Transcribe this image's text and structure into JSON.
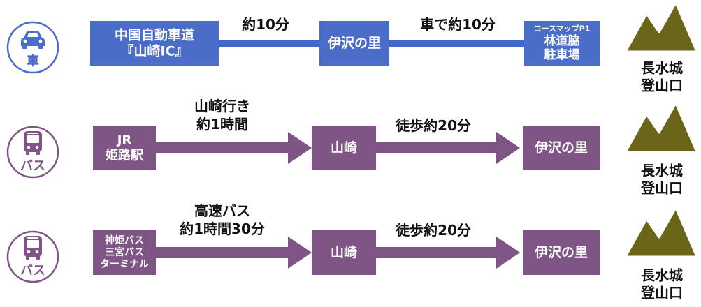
{
  "colors": {
    "car_blue": "#4a6dc8",
    "car_line": "#4169c8",
    "bus_purple": "#7f5585",
    "mountain": "#6b6519",
    "mountain_stroke": "#ffffff",
    "text_dark": "#111111",
    "text_white": "#ffffff"
  },
  "routes": [
    {
      "mode": "car",
      "icon": "car-icon",
      "mode_label": "車",
      "start": [
        "中国自動車道",
        "『山崎IC』"
      ],
      "leg1": [
        "約10分"
      ],
      "middle": [
        "伊沢の里"
      ],
      "leg2": [
        "車で約10分"
      ],
      "end_note": "コースマップP1",
      "end": [
        "林道脇",
        "駐車場"
      ],
      "goal": [
        "長水城",
        "登山口"
      ]
    },
    {
      "mode": "bus",
      "icon": "bus-icon",
      "mode_label": "バス",
      "start": [
        "JR",
        "姫路駅"
      ],
      "leg1": [
        "山崎行き",
        "約1時間"
      ],
      "middle": [
        "山崎"
      ],
      "leg2": [
        "徒歩約20分"
      ],
      "end": [
        "伊沢の里"
      ],
      "goal": [
        "長水城",
        "登山口"
      ]
    },
    {
      "mode": "bus",
      "icon": "bus-icon",
      "mode_label": "バス",
      "start": [
        "神姫バス",
        "三宮バス",
        "ターミナル"
      ],
      "leg1": [
        "高速バス",
        "約1時間30分"
      ],
      "middle": [
        "山崎"
      ],
      "leg2": [
        "徒歩約20分"
      ],
      "end": [
        "伊沢の里"
      ],
      "goal": [
        "長水城",
        "登山口"
      ]
    }
  ]
}
